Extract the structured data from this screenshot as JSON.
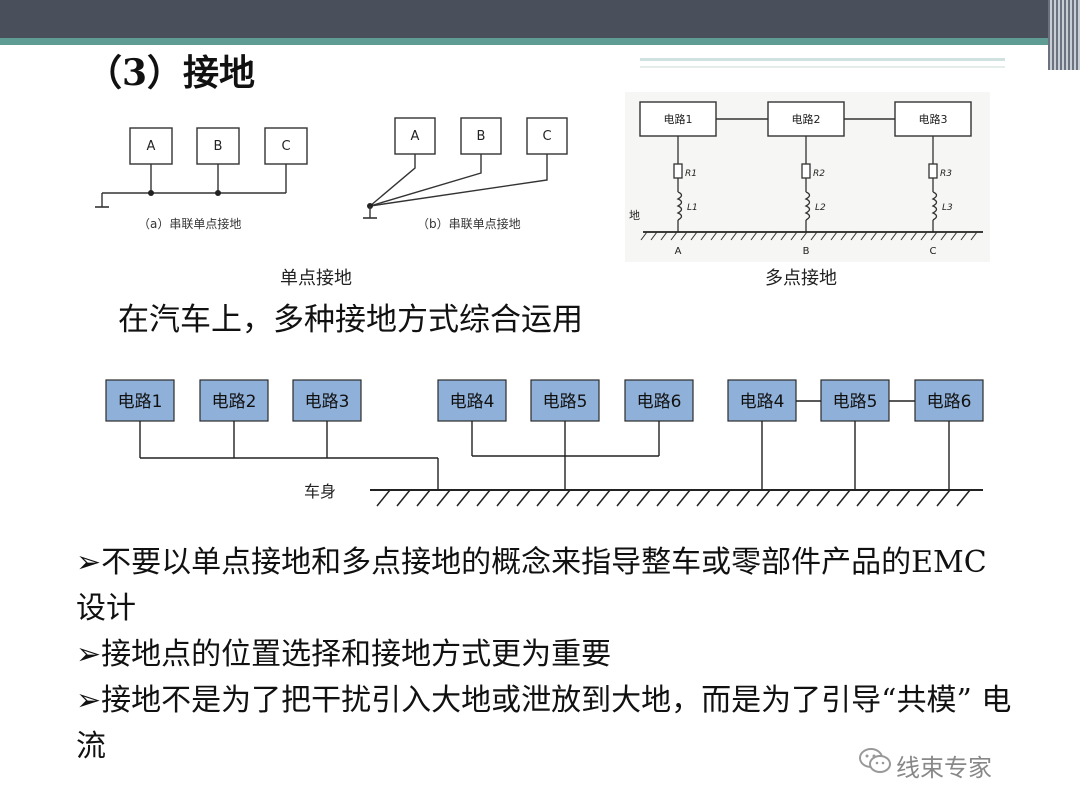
{
  "title": "（3）接地",
  "fig_a_caption": "（a）串联单点接地",
  "fig_b_caption": "（b）串联单点接地",
  "box_labels": {
    "a": "A",
    "b": "B",
    "c": "C"
  },
  "single_point_label": "单点接地",
  "multi_point": {
    "label": "多点接地",
    "circuits": [
      "电路1",
      "电路2",
      "电路3"
    ],
    "resistors": [
      "R1",
      "R2",
      "R3"
    ],
    "inductors": [
      "L1",
      "L2",
      "L3"
    ],
    "nodes": [
      "A",
      "B",
      "C"
    ],
    "ground_label": "地"
  },
  "subtitle": "在汽车上，多种接地方式综合运用",
  "car_diagram": {
    "circuits": [
      "电路1",
      "电路2",
      "电路3",
      "电路4",
      "电路5",
      "电路6",
      "电路4",
      "电路5",
      "电路6"
    ],
    "body_label": "车身",
    "box_color": "#8fb0d8"
  },
  "bullets": [
    "➢不要以单点接地和多点接地的概念来指导整车或零部件产品的EMC设计",
    "➢接地点的位置选择和接地方式更为重要",
    "➢接地不是为了把干扰引入大地或泄放到大地，而是为了引导“共模” 电流"
  ],
  "watermark": "线束专家",
  "watermark_icon": "wechat-icon"
}
